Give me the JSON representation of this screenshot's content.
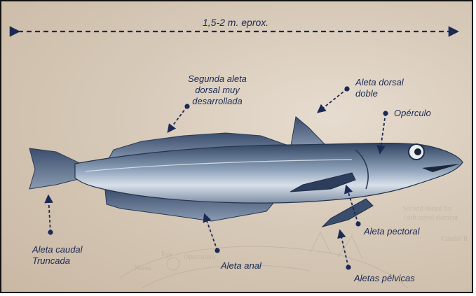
{
  "length_label": "1,5-2 m. eprox.",
  "labels": {
    "segunda_aleta": [
      "Segunda aleta",
      "dorsal muy",
      "desarrollada"
    ],
    "aleta_dorsal_doble": [
      "Aleta dorsal",
      "doble"
    ],
    "operculo": "Opérculo",
    "aleta_caudal": [
      "Aleta caudal",
      "Truncada"
    ],
    "aleta_pectoral": "Aleta pectoral",
    "aleta_anal": "Aleta anal",
    "aletas_pelvicas": "Aletas pélvicas"
  },
  "background_text": {
    "second_dorsal": "Second dorsal fin",
    "soft_rayed": "(soft rayed element",
    "caudal": "Caudal fi",
    "operculum": "Operculum",
    "eye": "Eye",
    "nares": "Nares"
  },
  "colors": {
    "label": "#1b2a55",
    "fish_dark": "#2d3d55",
    "fish_light": "#c9d4e0"
  }
}
